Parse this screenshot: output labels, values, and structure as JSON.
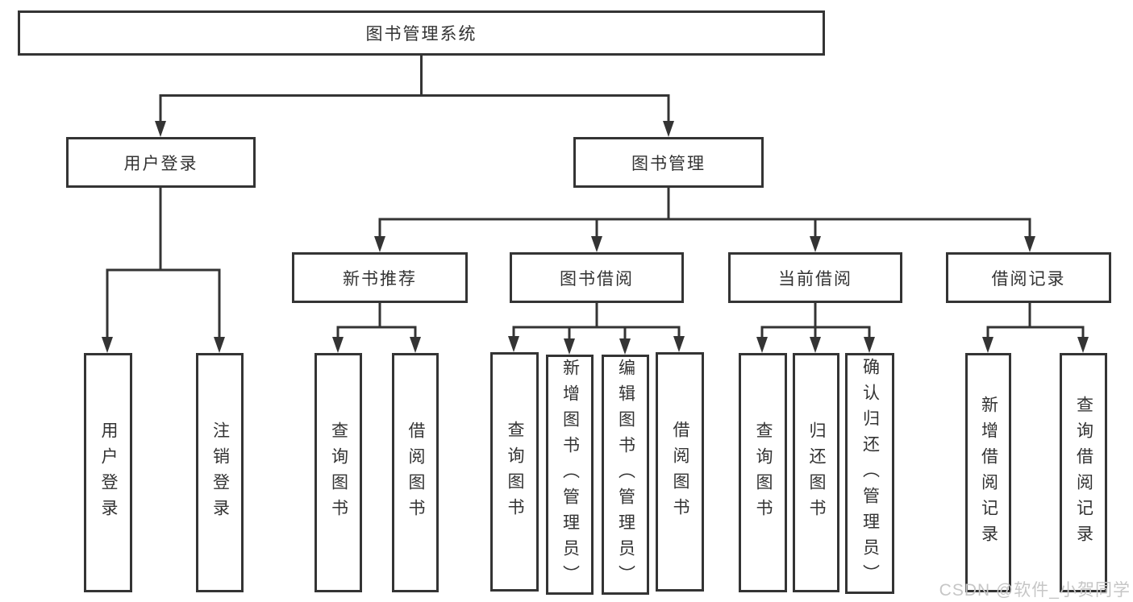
{
  "tree": {
    "label": "图书管理系统",
    "children": [
      {
        "label": "用户登录",
        "children": [
          {
            "label": "用户登录"
          },
          {
            "label": "注销登录"
          }
        ]
      },
      {
        "label": "图书管理",
        "children": [
          {
            "label": "新书推荐",
            "children": [
              {
                "label": "查询图书"
              },
              {
                "label": "借阅图书"
              }
            ]
          },
          {
            "label": "图书借阅",
            "children": [
              {
                "label": "查询图书"
              },
              {
                "label": "新增图书（管理员）"
              },
              {
                "label": "编辑图书（管理员）"
              },
              {
                "label": "借阅图书"
              }
            ]
          },
          {
            "label": "当前借阅",
            "children": [
              {
                "label": "查询图书"
              },
              {
                "label": "归还图书"
              },
              {
                "label": "确认归还（管理员）"
              }
            ]
          },
          {
            "label": "借阅记录",
            "children": [
              {
                "label": "新增借阅记录"
              },
              {
                "label": "查询借阅记录"
              }
            ]
          }
        ]
      }
    ]
  },
  "colors": {
    "line": "#343434",
    "text": "#333333",
    "watermark": "#c6c6c6",
    "background": "#ffffff"
  },
  "watermark": "CSDN @软件_小贺同学"
}
